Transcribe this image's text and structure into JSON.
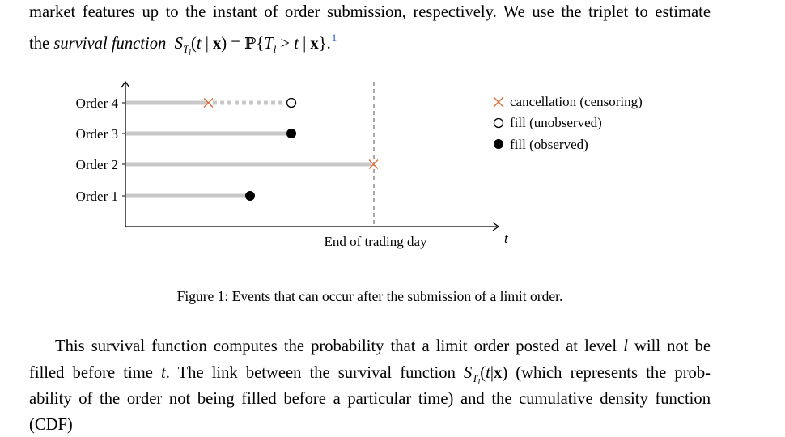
{
  "text_top": {
    "line1": "market features up to the instant of order submission, respectively. We use the triplet to estimate",
    "line2_prefix": "the",
    "line2_term": "survival function",
    "line2_footnote": "1"
  },
  "figure": {
    "order_labels": [
      "Order 1",
      "Order 2",
      "Order 3",
      "Order 4"
    ],
    "end_label": "End of trading day",
    "axis_t_label": "t",
    "legend": {
      "cancellation": "cancellation (censoring)",
      "fill_unobserved": "fill (unobserved)",
      "fill_observed": "fill (observed)"
    },
    "colors": {
      "bar": "#c8c8c8",
      "cancel_marker": "#e07040",
      "axis": "#000000",
      "dashed_line": "#555555"
    },
    "events": [
      {
        "order": "Order 1",
        "event": "fill (observed)",
        "time": 0.51
      },
      {
        "order": "Order 2",
        "event": "cancellation (censoring)",
        "time": 1.0
      },
      {
        "order": "Order 3",
        "event": "fill (observed)",
        "time": 0.67
      },
      {
        "order": "Order 4",
        "event": "cancellation (censoring)",
        "time": 0.33,
        "unobserved_fill_time": 0.67
      }
    ],
    "caption": "Figure 1: Events that can occur after the submission of a limit order."
  },
  "text_bottom": {
    "line1_a": "This survival function computes the probability that a limit order posted at level",
    "line1_b": "will not be",
    "line2_a": "filled before time",
    "line2_b": ". The link between the survival function",
    "line2_c": "(which represents the prob-",
    "line3": "ability of the order not being filled before a particular time) and the cumulative density function",
    "line4": "(CDF)"
  }
}
